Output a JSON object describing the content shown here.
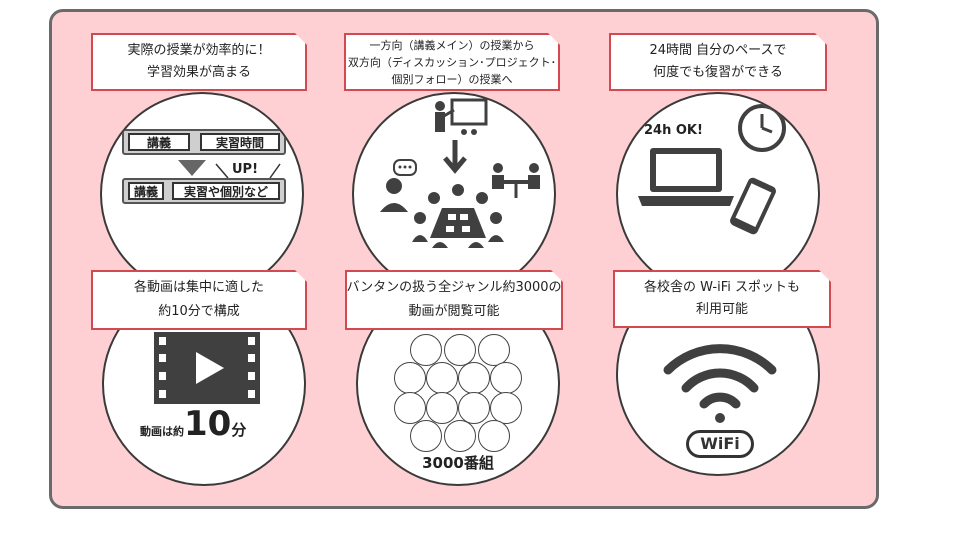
{
  "cards": [
    {
      "lines": [
        "実際の授業が効率的に！",
        "学習効果が高まる"
      ],
      "before": [
        "講義",
        "実習時間"
      ],
      "after": [
        "講義",
        "実習や個別など"
      ],
      "badge": "UP!"
    },
    {
      "lines": [
        "一方向（講義メイン）の授業から",
        "双方向（ディスカッション･プロジェクト･",
        "個別フォロー）の授業へ"
      ]
    },
    {
      "lines": [
        "24時間  自分のペースで",
        "何度でも復習ができる"
      ],
      "badge": "24h OK!"
    },
    {
      "lines": [
        "各動画は集中に適した",
        "約10分で構成"
      ],
      "caption_small": "動画は約",
      "caption_big": "10",
      "caption_unit": "分"
    },
    {
      "lines": [
        "バンタンの扱う全ジャンル約3000の",
        "動画が閲覧可能"
      ],
      "caption": "3000番組"
    },
    {
      "lines": [
        "各校舎の W-iFi スポットも",
        "利用可能"
      ],
      "wifi_text": "WiFi"
    }
  ],
  "colors": {
    "panel": "#ffd0d3",
    "accent": "#d24a4f",
    "icon": "#404040"
  }
}
